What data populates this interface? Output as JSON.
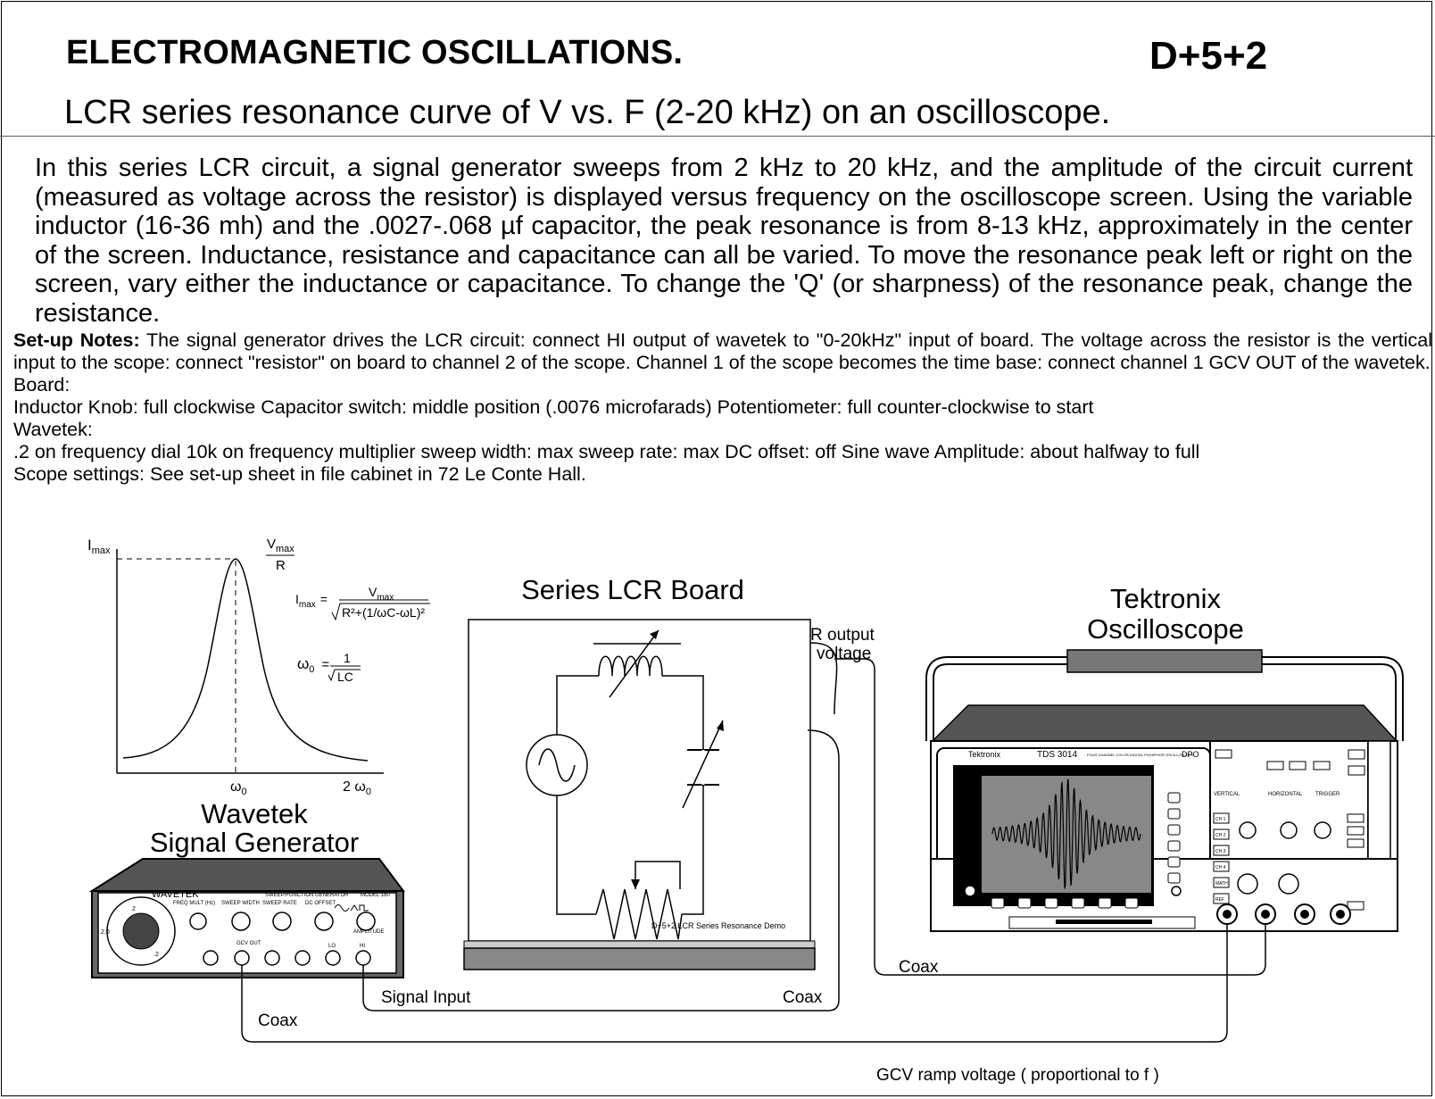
{
  "header": {
    "title": "ELECTROMAGNETIC OSCILLATIONS.",
    "code": "D+5+2",
    "subtitle": "LCR series resonance curve of V vs. F (2-20 kHz) on an oscilloscope."
  },
  "intro": "In this series LCR circuit, a signal generator sweeps from 2 kHz to 20 kHz, and the amplitude of the circuit current (measured as voltage across the resistor) is displayed versus frequency on the oscilloscope screen. Using the variable inductor (16-36 mh) and the .0027-.068 µf capacitor, the peak resonance is from 8-13 kHz, approximately in the center of the screen. Inductance, resistance and capacitance can all be varied.  To move the resonance peak left or right on the screen, vary either the inductance or capacitance. To change the 'Q' (or sharpness) of the resonance peak, change the resistance.",
  "notes": {
    "setup_label": "Set-up Notes:",
    "setup_text": " The signal generator drives the LCR circuit:  connect HI output of wavetek to \"0-20kHz\" input of board. The voltage across the resistor is the vertical input to the scope: connect \"resistor\" on board to channel 2 of the scope.  Channel 1 of the scope becomes the time base:  connect channel 1 GCV OUT of the wavetek.",
    "board_heading": "Board:",
    "board_text": "Inductor Knob:  full clockwise   Capacitor switch:  middle position (.0076 microfarads)   Potentiometer:  full counter-clockwise to start",
    "wavetek_heading": "Wavetek:",
    "wavetek_text": ".2 on frequency dial    10k on frequency multiplier    sweep width: max     sweep rate: max    DC offset: off    Sine wave    Amplitude: about halfway to full",
    "scope_text": "Scope settings:  See set-up sheet in file cabinet in 72 Le Conte Hall."
  },
  "graph": {
    "i_max": "I",
    "i_max_sub": "max",
    "v_max": "V",
    "v_max_sub": "max",
    "v_max_den": "R",
    "formula_lhs": "I",
    "formula_lhs_sub": "max",
    "formula_eq": "=",
    "formula_num": "V",
    "formula_num_sub": "max",
    "formula_den": "R²+(1/ωC-ωL)²",
    "omega_formula_lhs": "ω",
    "omega_formula_sub": "0",
    "omega_formula_num": "1",
    "omega_formula_den": "LC",
    "x_tick_1": "ω",
    "x_tick_1_sub": "0",
    "x_tick_2": "2 ω",
    "x_tick_2_sub": "0"
  },
  "wavetek": {
    "label_line1": "Wavetek",
    "label_line2": "Signal Generator",
    "brand": "WAVETEK",
    "model_caption": "SWEEP/FUNCTION GENERATOR",
    "model_number": "MODEL 180",
    "knob_labels": [
      "FREQ MULT (Hz)",
      "SWEEP WIDTH",
      "SWEEP RATE",
      "DC OFFSET",
      "AMPLITUDE"
    ],
    "jack_labels": [
      "GCV OUT",
      "LO",
      "HI"
    ],
    "dial_marks": [
      "2",
      "2.0",
      ".2"
    ]
  },
  "board": {
    "label": "Series LCR Board",
    "output_label_line1": "R output",
    "output_label_line2": "voltage",
    "caption": "D+5+2  LCR Series Resonance Demo"
  },
  "scope": {
    "label_line1": "Tektronix",
    "label_line2": "Oscilloscope",
    "brand": "Tektronix",
    "model": "TDS 3014",
    "model_caption": "FOUR CHANNEL COLOR DIGITAL PHOSPHOR OSCILLOSCOPE",
    "dpo": "DPO",
    "channel_buttons": [
      "CH 1",
      "CH 2",
      "CH 3",
      "CH 4",
      "MATH",
      "REF"
    ],
    "section_labels": [
      "VERTICAL",
      "HORIZONTAL",
      "TRIGGER"
    ]
  },
  "cables": {
    "coax_a": "Coax",
    "signal_input": "Signal Input",
    "coax_b": "Coax",
    "coax_c": "Coax",
    "gcv_ramp": "GCV ramp voltage ( proportional to f )"
  }
}
